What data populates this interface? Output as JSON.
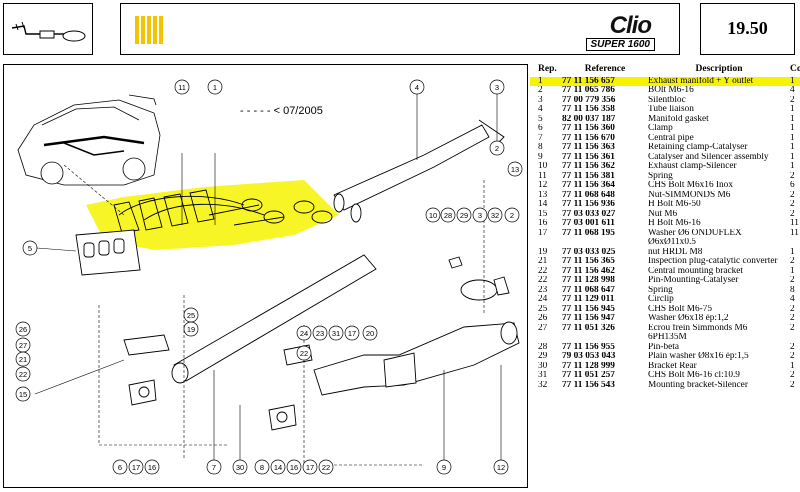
{
  "header": {
    "brand": "Clio",
    "brand_sub": "SUPER 1600",
    "page_number": "19.50",
    "accent_color": "#f5c400"
  },
  "diagram": {
    "date_note": "- - - - - < 07/2005",
    "highlight_color": "#f7f300"
  },
  "parts_table": {
    "columns": [
      "Rep.",
      "Reference",
      "Description",
      "Coef"
    ],
    "rows": [
      {
        "rep": "1",
        "ref": "77 11 156 657",
        "desc": "Exhaust manifold + Y outlet",
        "qty": "1"
      },
      {
        "rep": "2",
        "ref": "77 11 065 786",
        "desc": "BOlt M6-16",
        "qty": "4"
      },
      {
        "rep": "3",
        "ref": "77 00 779 356",
        "desc": "Silentbloc",
        "qty": "2"
      },
      {
        "rep": "4",
        "ref": "77 11 156 358",
        "desc": "Tube liaison",
        "qty": "1"
      },
      {
        "rep": "5",
        "ref": "82 00 037 187",
        "desc": "Manifold gasket",
        "qty": "1"
      },
      {
        "rep": "6",
        "ref": "77 11 156 360",
        "desc": "Clamp",
        "qty": "1"
      },
      {
        "rep": "7",
        "ref": "77 11 156 670",
        "desc": "Central pipe",
        "qty": "1"
      },
      {
        "rep": "8",
        "ref": "77 11 156 363",
        "desc": "Retaining clamp-Catalyser",
        "qty": "1"
      },
      {
        "rep": "9",
        "ref": "77 11 156 361",
        "desc": "Catalyser and Silencer assembly",
        "qty": "1"
      },
      {
        "rep": "10",
        "ref": "77 11 156 362",
        "desc": "Exhaust clamp-Silencer",
        "qty": "1"
      },
      {
        "rep": "11",
        "ref": "77 11 156 381",
        "desc": "Spring",
        "qty": "2"
      },
      {
        "rep": "12",
        "ref": "77 11 156 364",
        "desc": "CHS Bolt M6x16 Inox",
        "qty": "6"
      },
      {
        "rep": "13",
        "ref": "77 11 068 648",
        "desc": "Nut-SIMMONDS M6",
        "qty": "2"
      },
      {
        "rep": "14",
        "ref": "77 11 156 936",
        "desc": "H Bolt M6-50",
        "qty": "2"
      },
      {
        "rep": "15",
        "ref": "77 03 033 027",
        "desc": "Nut M6",
        "qty": "2"
      },
      {
        "rep": "16",
        "ref": "77 03 001 611",
        "desc": "H Bolt M6-16",
        "qty": "11"
      },
      {
        "rep": "17",
        "ref": "77 11 068 195",
        "desc": "Washer Ø6 ONDUFLEX",
        "qty": "11"
      },
      {
        "rep": "",
        "ref": "",
        "desc": "Ø6xØ11x0.5",
        "qty": ""
      },
      {
        "rep": "19",
        "ref": "77 03 033 025",
        "desc": "nut HRDL M8",
        "qty": "1"
      },
      {
        "rep": "21",
        "ref": "77 11 156 365",
        "desc": "Inspection plug-catalytic converter",
        "qty": "2"
      },
      {
        "rep": "22",
        "ref": "77 11 156 462",
        "desc": "Central mounting bracket",
        "qty": "1"
      },
      {
        "rep": "22",
        "ref": "77 11 128 998",
        "desc": "Pin-Mounting-Catalyser",
        "qty": "2"
      },
      {
        "rep": "23",
        "ref": "77 11 068 647",
        "desc": "Spring",
        "qty": "8"
      },
      {
        "rep": "24",
        "ref": "77 11 129 011",
        "desc": "Circlip",
        "qty": "4"
      },
      {
        "rep": "25",
        "ref": "77 11 156 945",
        "desc": "CHS Bolt M6-75",
        "qty": "2"
      },
      {
        "rep": "26",
        "ref": "77 11 156 947",
        "desc": "Washer Ø6x18 ép:1,2",
        "qty": "2"
      },
      {
        "rep": "27",
        "ref": "77 11 051 326",
        "desc": "Ecrou frein Simmonds M6",
        "qty": "2"
      },
      {
        "rep": "",
        "ref": "",
        "desc": "6PH135M",
        "qty": ""
      },
      {
        "rep": "28",
        "ref": "77 11 156 955",
        "desc": "Pin-beta",
        "qty": "2"
      },
      {
        "rep": "29",
        "ref": "79 03 053 043",
        "desc": "Plain washer Ø8x16 ép:1,5",
        "qty": "2"
      },
      {
        "rep": "30",
        "ref": "77 11 128 999",
        "desc": "Bracket Rear",
        "qty": "1"
      },
      {
        "rep": "31",
        "ref": "77 11 051 257",
        "desc": "CHS Bolt M6-16 cl:10.9",
        "qty": "2"
      },
      {
        "rep": "32",
        "ref": "77 11 156 543",
        "desc": "Mounting bracket-Silencer",
        "qty": "2"
      }
    ]
  },
  "callouts": [
    "1",
    "2",
    "3",
    "4",
    "5",
    "6",
    "7",
    "8",
    "9",
    "10",
    "11",
    "12",
    "13",
    "14",
    "15",
    "16",
    "17",
    "19",
    "21",
    "22",
    "23",
    "24",
    "25",
    "26",
    "27",
    "28",
    "29",
    "30",
    "31",
    "32"
  ]
}
